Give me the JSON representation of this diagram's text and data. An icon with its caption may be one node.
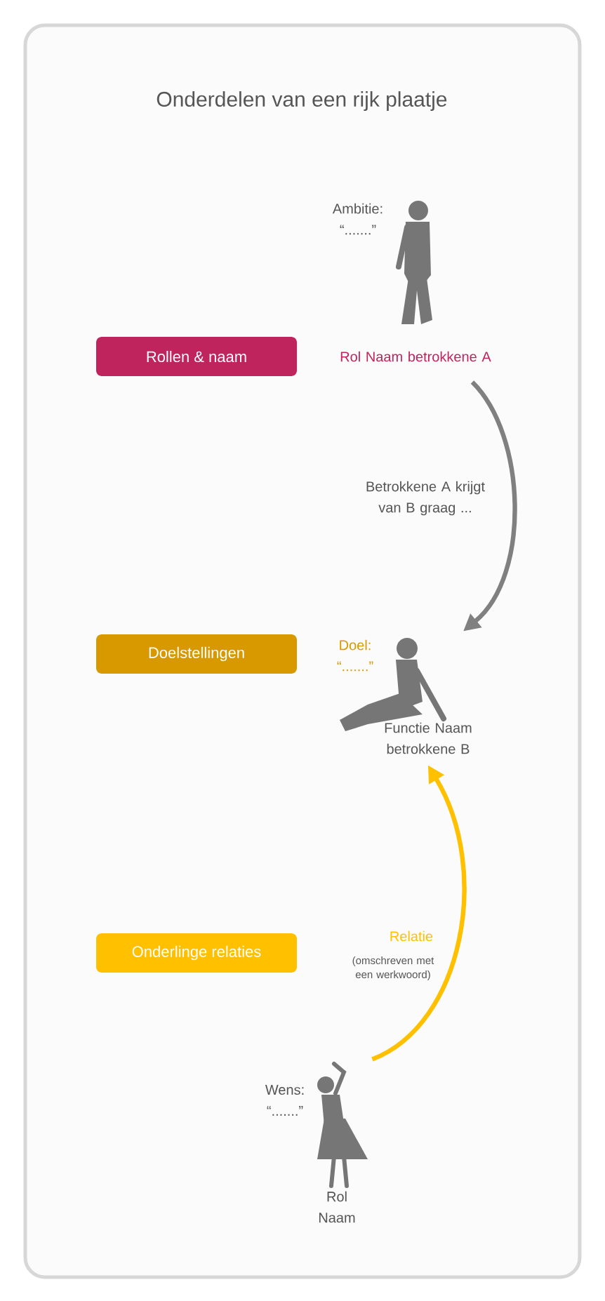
{
  "diagram": {
    "title": "Onderdelen van een rijk plaatje",
    "nodes": [
      {
        "text": [
          "Rollen & naam"
        ]
      },
      {
        "text": [
          "Doelstellingen"
        ]
      },
      {
        "text": [
          "Onderlinge relaties"
        ]
      },
      {
        "text": [
          "Ambitie: “.......”",
          "Rol Naam betrokkene A"
        ]
      },
      {
        "text": [
          "Doel: “.......”",
          "Functie Naam betrokkene B"
        ]
      },
      {
        "text": [
          "Wens: “.......”",
          "Rol Naam"
        ]
      }
    ],
    "edges": [
      {
        "from": 3,
        "to": 4,
        "arrow": "to",
        "label": "Betrokkene A krijgt van B graag ...",
        "color": "#808080"
      },
      {
        "from": 5,
        "to": 4,
        "arrow": "to",
        "label": "Relatie",
        "color": "#ffc000"
      }
    ],
    "labels": [
      "(omschreven met een werkwoord)"
    ]
  }
}
